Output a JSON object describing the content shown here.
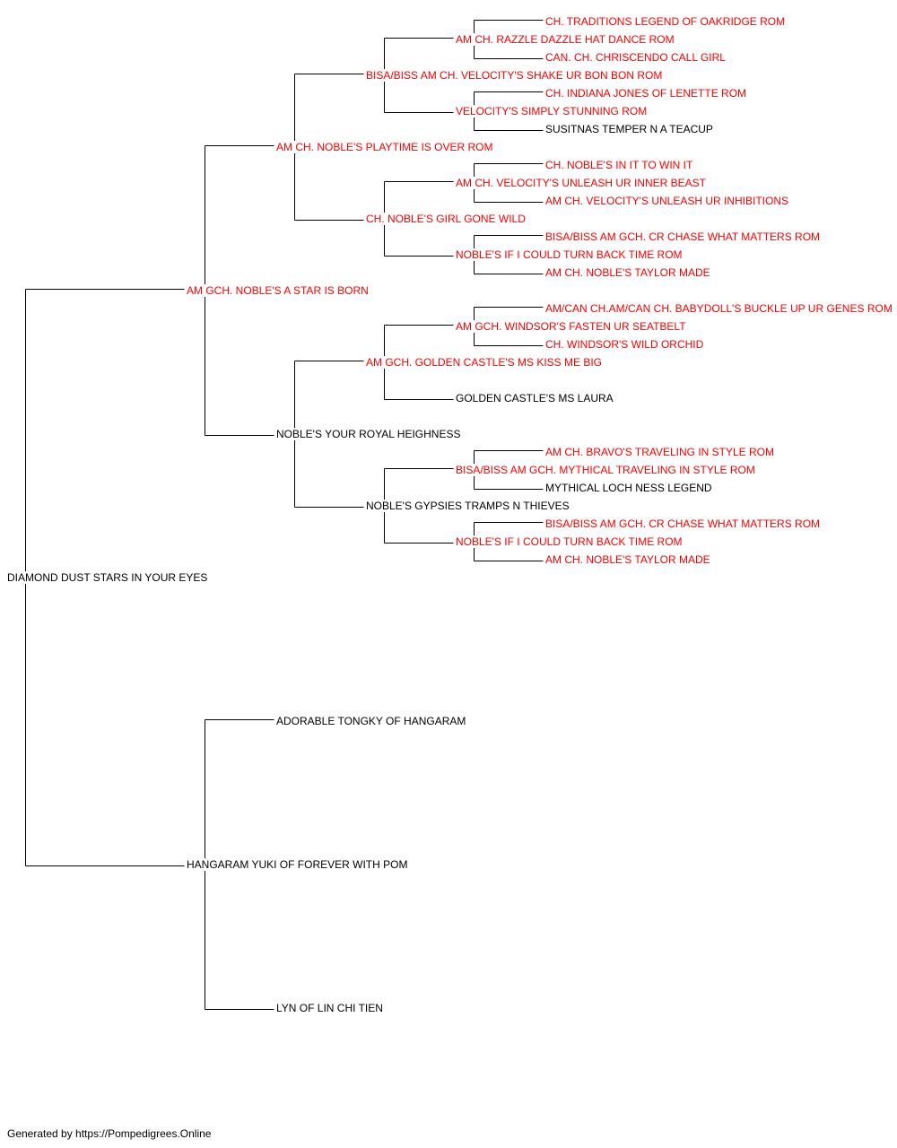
{
  "colors": {
    "titled": "#ff0000",
    "untitled": "#000000",
    "line": "#000000"
  },
  "pedigree": {
    "subject": {
      "name": "DIAMOND DUST STARS IN YOUR EYES",
      "titled": false
    },
    "sire": {
      "name": "AM GCH. NOBLE'S A STAR IS BORN",
      "titled": true
    },
    "dam": {
      "name": "HANGARAM YUKI OF FOREVER WITH POM",
      "titled": false
    },
    "sire_sire": {
      "name": "AM CH. NOBLE'S PLAYTIME IS OVER ROM",
      "titled": true
    },
    "sire_dam": {
      "name": "NOBLE'S YOUR ROYAL HEIGHNESS",
      "titled": false
    },
    "dam_sire": {
      "name": "ADORABLE TONGKY OF HANGARAM",
      "titled": false
    },
    "dam_dam": {
      "name": "LYN OF LIN CHI TIEN",
      "titled": false
    },
    "ss_sire": {
      "name": "BISA/BISS AM CH. VELOCITY'S SHAKE UR BON BON ROM",
      "titled": true
    },
    "ss_dam": {
      "name": "CH. NOBLE'S GIRL GONE WILD",
      "titled": true
    },
    "sd_sire": {
      "name": "AM GCH. GOLDEN CASTLE'S MS KISS ME BIG",
      "titled": true
    },
    "sd_dam": {
      "name": "NOBLE'S GYPSIES TRAMPS N THIEVES",
      "titled": false
    },
    "sss_sire": {
      "name": "AM CH. RAZZLE DAZZLE HAT DANCE ROM",
      "titled": true
    },
    "sss_dam": {
      "name": "VELOCITY'S SIMPLY STUNNING ROM",
      "titled": true
    },
    "ssd_sire": {
      "name": "AM CH. VELOCITY'S UNLEASH UR INNER BEAST",
      "titled": true
    },
    "ssd_dam": {
      "name": "NOBLE'S IF I COULD TURN BACK TIME ROM",
      "titled": true
    },
    "sds_sire": {
      "name": "AM GCH. WINDSOR'S FASTEN UR SEATBELT",
      "titled": true
    },
    "sds_dam": {
      "name": "GOLDEN CASTLE'S MS LAURA",
      "titled": false
    },
    "sdd_sire": {
      "name": "BISA/BISS AM GCH. MYTHICAL TRAVELING IN STYLE ROM",
      "titled": true
    },
    "sdd_dam": {
      "name": "NOBLE'S IF I COULD TURN BACK TIME ROM",
      "titled": true
    },
    "g5_1": {
      "name": "CH. TRADITIONS LEGEND OF OAKRIDGE ROM",
      "titled": true
    },
    "g5_2": {
      "name": "CAN. CH. CHRISCENDO CALL GIRL",
      "titled": true
    },
    "g5_3": {
      "name": "CH. INDIANA JONES OF LENETTE ROM",
      "titled": true
    },
    "g5_4": {
      "name": "SUSITNAS TEMPER N A TEACUP",
      "titled": false
    },
    "g5_5": {
      "name": "CH. NOBLE'S IN IT TO WIN IT",
      "titled": true
    },
    "g5_6": {
      "name": "AM CH. VELOCITY'S UNLEASH UR INHIBITIONS",
      "titled": true
    },
    "g5_7": {
      "name": "BISA/BISS AM GCH. CR CHASE WHAT MATTERS ROM",
      "titled": true
    },
    "g5_8": {
      "name": "AM CH. NOBLE'S TAYLOR MADE",
      "titled": true
    },
    "g5_9": {
      "name": "AM/CAN CH.AM/CAN CH. BABYDOLL'S BUCKLE UP UR GENES ROM",
      "titled": true
    },
    "g5_10": {
      "name": "CH. WINDSOR'S WILD ORCHID",
      "titled": true
    },
    "g5_13": {
      "name": "AM CH. BRAVO'S TRAVELING IN STYLE ROM",
      "titled": true
    },
    "g5_14": {
      "name": "MYTHICAL LOCH NESS LEGEND",
      "titled": false
    },
    "g5_15": {
      "name": "BISA/BISS AM GCH. CR CHASE WHAT MATTERS ROM",
      "titled": true
    },
    "g5_16": {
      "name": "AM CH. NOBLE'S TAYLOR MADE",
      "titled": true
    }
  },
  "footer": "Generated by https://Pompedigrees.Online"
}
